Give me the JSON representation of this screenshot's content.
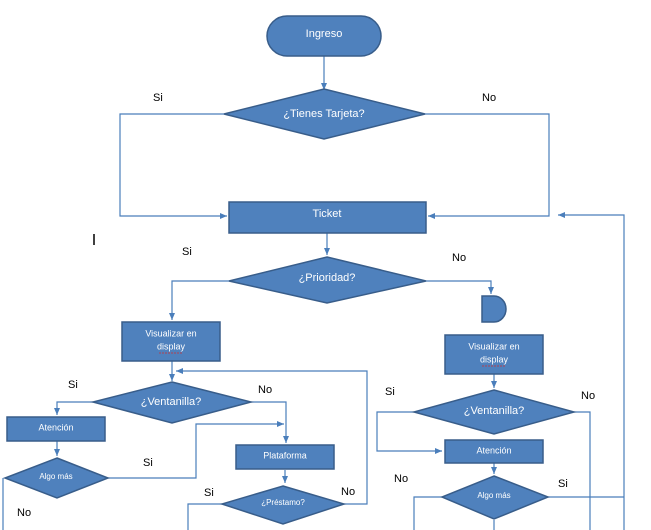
{
  "nodes": {
    "ingreso": "Ingreso",
    "tienes_tarjeta": "¿Tienes Tarjeta?",
    "ticket": "Ticket",
    "prioridad": "¿Prioridad?",
    "visualizar_left_1": "Visualizar en",
    "visualizar_left_2": "display",
    "ventanilla_left": "¿Ventanilla?",
    "atencion_left": "Atención",
    "algo_mas_left": "Algo más",
    "plataforma": "Plataforma",
    "prestamo": "¿Préstamo?",
    "visualizar_right_1": "Visualizar en",
    "visualizar_right_2": "display",
    "ventanilla_right": "¿Ventanilla?",
    "atencion_right": "Atención",
    "algo_mas_right": "Algo más"
  },
  "edge_labels": {
    "tarjeta_si": "Si",
    "tarjeta_no": "No",
    "prioridad_si": "Si",
    "prioridad_no": "No",
    "ventanilla_left_si": "Si",
    "ventanilla_left_no": "No",
    "algo_mas_left_si": "Si",
    "algo_mas_left_no": "No",
    "prestamo_si": "Si",
    "prestamo_no": "No",
    "ventanilla_right_si": "Si",
    "ventanilla_right_no": "No",
    "algo_mas_right_no": "No",
    "algo_mas_right_si": "Si"
  },
  "colors": {
    "fill": "#4f81bd",
    "stroke": "#385d8a",
    "line": "#4a7ebb",
    "text": "#ffffff"
  }
}
